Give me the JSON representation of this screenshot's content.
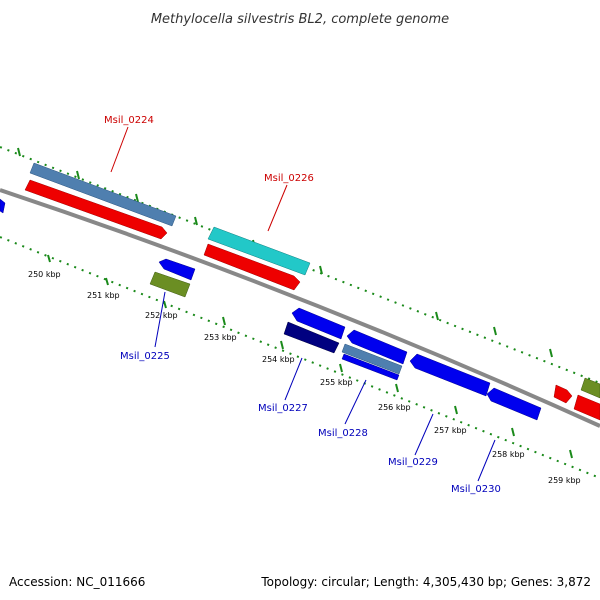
{
  "title": "Methylocella silvestris BL2, complete genome",
  "footer": {
    "accession": "Accession: NC_011666",
    "summary": "Topology: circular; Length: 4,305,430 bp; Genes: 3,872"
  },
  "colors": {
    "backbone": "#888888",
    "tick": "#1a8a1a",
    "forward_label": "#cc0000",
    "reverse_label": "#0000bb"
  },
  "ticks": [
    {
      "label": "250 kbp"
    },
    {
      "label": "251 kbp"
    },
    {
      "label": "252 kbp"
    },
    {
      "label": "253 kbp"
    },
    {
      "label": "254 kbp"
    },
    {
      "label": "255 kbp"
    },
    {
      "label": "256 kbp"
    },
    {
      "label": "257 kbp"
    },
    {
      "label": "258 kbp"
    },
    {
      "label": "259 kbp"
    }
  ],
  "gene_labels": [
    {
      "name": "Msil_0224",
      "strand": "forward"
    },
    {
      "name": "Msil_0226",
      "strand": "forward"
    },
    {
      "name": "Msil_0225",
      "strand": "reverse"
    },
    {
      "name": "Msil_0227",
      "strand": "reverse"
    },
    {
      "name": "Msil_0228",
      "strand": "reverse"
    },
    {
      "name": "Msil_0229",
      "strand": "reverse"
    },
    {
      "name": "Msil_0230",
      "strand": "reverse"
    }
  ]
}
